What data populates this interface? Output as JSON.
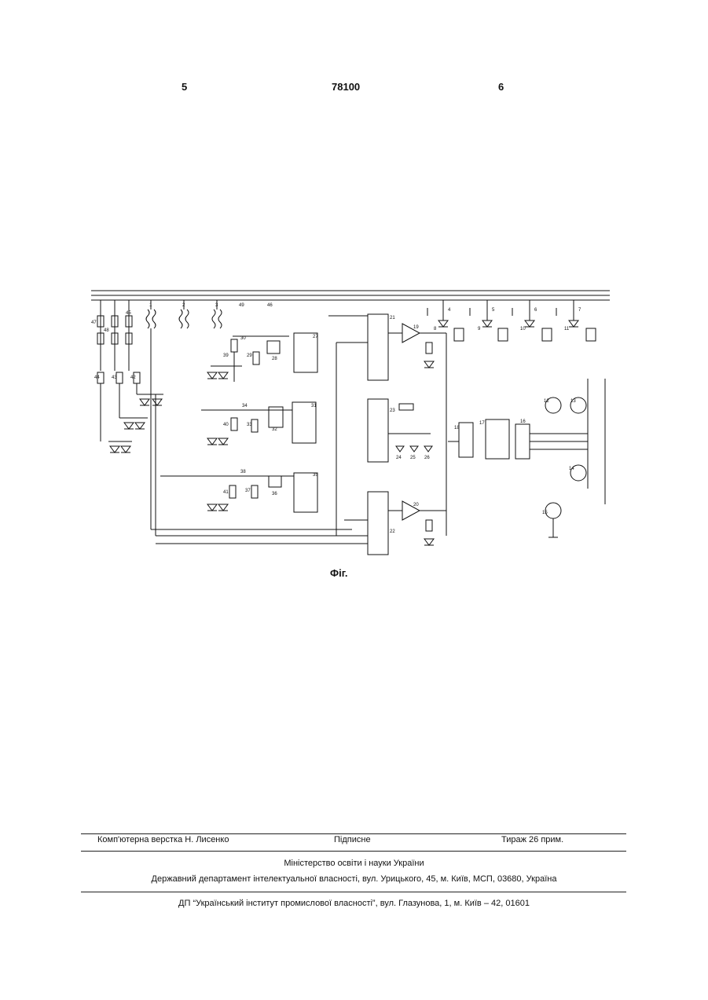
{
  "header": {
    "page_left": "5",
    "patent_number": "78100",
    "page_right": "6"
  },
  "figure": {
    "caption": "Фіг.",
    "labels": [
      "1",
      "2",
      "3",
      "4",
      "5",
      "6",
      "7",
      "8",
      "9",
      "10",
      "11",
      "12",
      "13",
      "14",
      "15",
      "16",
      "17",
      "18",
      "19",
      "20",
      "21",
      "22",
      "23",
      "24",
      "25",
      "26",
      "27",
      "28",
      "29",
      "30",
      "31",
      "32",
      "33",
      "34",
      "35",
      "36",
      "37",
      "38",
      "39",
      "40",
      "41",
      "42",
      "43",
      "44",
      "45",
      "46",
      "47",
      "48",
      "49"
    ]
  },
  "footer": {
    "layout_by": "Комп'ютерна верстка Н. Лисенко",
    "signed": "Підписне",
    "circulation": "Тираж 26 прим.",
    "ministry": "Міністерство освіти і науки України",
    "department": "Державний департамент інтелектуальної власності, вул. Урицького, 45, м. Київ, МСП, 03680, Україна",
    "publisher": "ДП “Український інститут промислової власності”, вул. Глазунова, 1, м. Київ – 42, 01601"
  }
}
